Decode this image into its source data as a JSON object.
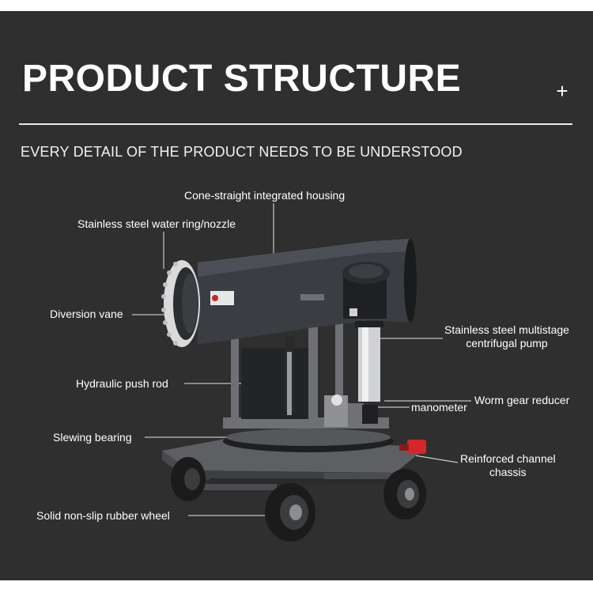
{
  "header": {
    "title": "PRODUCT STRUCTURE",
    "plus_symbol": "+",
    "subtitle": "EVERY DETAIL OF THE PRODUCT NEEDS TO BE UNDERSTOOD"
  },
  "labels": {
    "housing": "Cone-straight integrated housing",
    "nozzle": "Stainless steel water ring/nozzle",
    "vane": "Diversion vane",
    "pump_line1": "Stainless steel multistage",
    "pump_line2": "centrifugal pump",
    "push_rod": "Hydraulic push rod",
    "gear_reducer": "Worm gear reducer",
    "manometer": "manometer",
    "bearing": "Slewing bearing",
    "chassis_line1": "Reinforced channel",
    "chassis_line2": "chassis",
    "wheel": "Solid non-slip rubber wheel"
  },
  "colors": {
    "background": "#2f2f30",
    "text": "#ffffff",
    "machine_body": "#3a3d42",
    "frame": "#6e7074",
    "wheel": "#1b1b1b",
    "hub": "#8a8c8e",
    "plug_red": "#d7262b"
  }
}
